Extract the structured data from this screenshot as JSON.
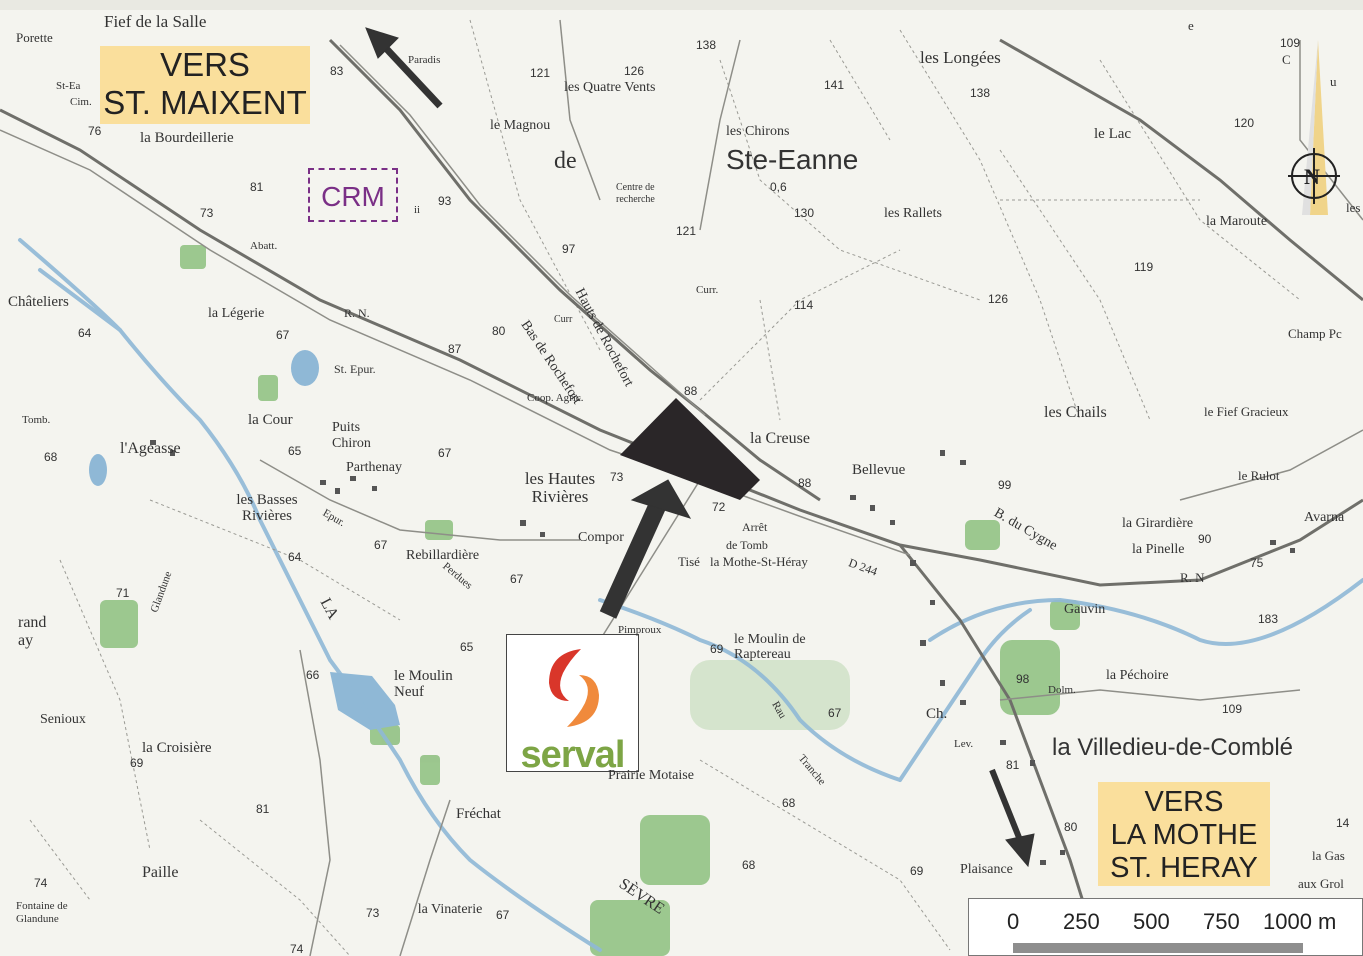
{
  "map": {
    "callouts": {
      "maixent": [
        "VERS",
        "ST. MAIXENT"
      ],
      "mothe": [
        "VERS",
        "LA MOTHE",
        "ST. HERAY"
      ]
    },
    "crm": "CRM",
    "logo": "serval",
    "places": [
      "Fief de la Salle",
      "Porette",
      "Paradis",
      "les Quatre Vents",
      "les Longées",
      "le Magnou",
      "les Chirons",
      "Ste-Eanne",
      "le Lac",
      "la Bourdeillerie",
      "les Rallets",
      "la Maroute",
      "Centre de recherche",
      "Hauts de Rochefort",
      "Abatt.",
      "Châteliers",
      "la Légerie",
      "R. N.",
      "Bas de Rochefort",
      "Coop. Agric.",
      "St. Epur.",
      "Champ Pc",
      "les Chails",
      "le Fief Gracieux",
      "Puits Chiron",
      "la Cour",
      "la Creuse",
      "l'Ageasse",
      "Parthenay",
      "les Hautes Rivières",
      "Bellevue",
      "le Rulot",
      "les Basses Rivières",
      "Epur.",
      "la Girardière",
      "la Pinelle",
      "Compor",
      "Tisé",
      "la Mothe-St-Héray",
      "Rebillardière",
      "Perdues",
      "Gauvin",
      "R. N",
      "Avarna",
      "Glandune",
      "rand ay",
      "Pimproux",
      "le Moulin de Raptereau",
      "la Péchoire",
      "le Moulin Neuf",
      "Dolm.",
      "Senioux",
      "la Croisière",
      "Ch.",
      "la Villedieu-de-Comblé",
      "Prairie Motaise",
      "Fréchat",
      "Paille",
      "Fontaine de Glandune",
      "Plaisance",
      "la Vinaterie",
      "SÈVRE",
      "la Gas",
      "aux Grol",
      "Lev.",
      "Tomb.",
      "LA",
      "Cim.",
      "Curr.",
      "Rau",
      "Tranche",
      "Arrêt",
      "B. du Cygne",
      "D 244",
      "St-Ea",
      "les",
      "de",
      "N",
      "de Tomb",
      "C",
      "u",
      "ii",
      "e",
      "Curr"
    ],
    "spot_heights": [
      "138",
      "121",
      "126",
      "141",
      "138",
      "109",
      "120",
      "81",
      "73",
      "93",
      "97",
      "121",
      "130",
      "114",
      "126",
      "119",
      "67",
      "80",
      "87",
      "64",
      "88",
      "65",
      "67",
      "68",
      "73",
      "72",
      "88",
      "99",
      "90",
      "75",
      "64",
      "71",
      "67",
      "67",
      "65",
      "69",
      "66",
      "69",
      "67",
      "81",
      "68",
      "68",
      "69",
      "81",
      "80",
      "98",
      "109",
      "74",
      "73",
      "67",
      "74",
      "83",
      "76",
      "0,6",
      "14",
      "183"
    ]
  },
  "scale": {
    "ticks": [
      "0",
      "250",
      "500",
      "750",
      "1000 m"
    ]
  },
  "colors": {
    "callout_bg": "#fadf9c",
    "crm": "#7a2f86",
    "water": "#8fb8d6",
    "wood": "#8cbf7e",
    "dark_block": "#2a2628",
    "serval_green": "#7da545",
    "serval_red": "#d9362a",
    "serval_orange": "#f08a3c"
  }
}
